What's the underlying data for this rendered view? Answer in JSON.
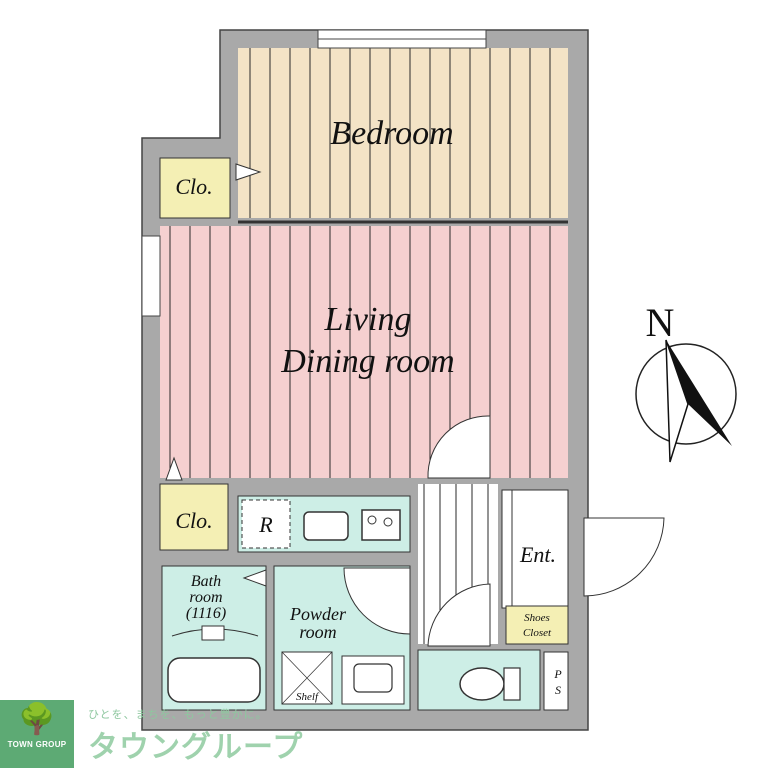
{
  "rooms": {
    "bedroom": "Bedroom",
    "living_line1": "Living",
    "living_line2": "Dining room",
    "closet_top": "Clo.",
    "closet_bottom": "Clo.",
    "fridge": "R",
    "bath_line1": "Bath",
    "bath_line2": "room",
    "bath_line3": "(1116)",
    "powder_line1": "Powder",
    "powder_line2": "room",
    "shelf": "Shelf",
    "entrance": "Ent.",
    "shoes_line1": "Shoes",
    "shoes_line2": "Closet",
    "ps_line1": "P",
    "ps_line2": "S"
  },
  "compass": {
    "north": "N"
  },
  "brand": {
    "name": "TOWN GROUP",
    "tagline": "ひとを、まちを、もっと豊かに。",
    "katakana": "タウングループ",
    "color": "#5daa74"
  },
  "colors": {
    "bedroom": "#f3e3c6",
    "living": "#f5d0d0",
    "closet": "#f4efb4",
    "wet": "#cdeee6",
    "wall": "#a9a9a9"
  }
}
